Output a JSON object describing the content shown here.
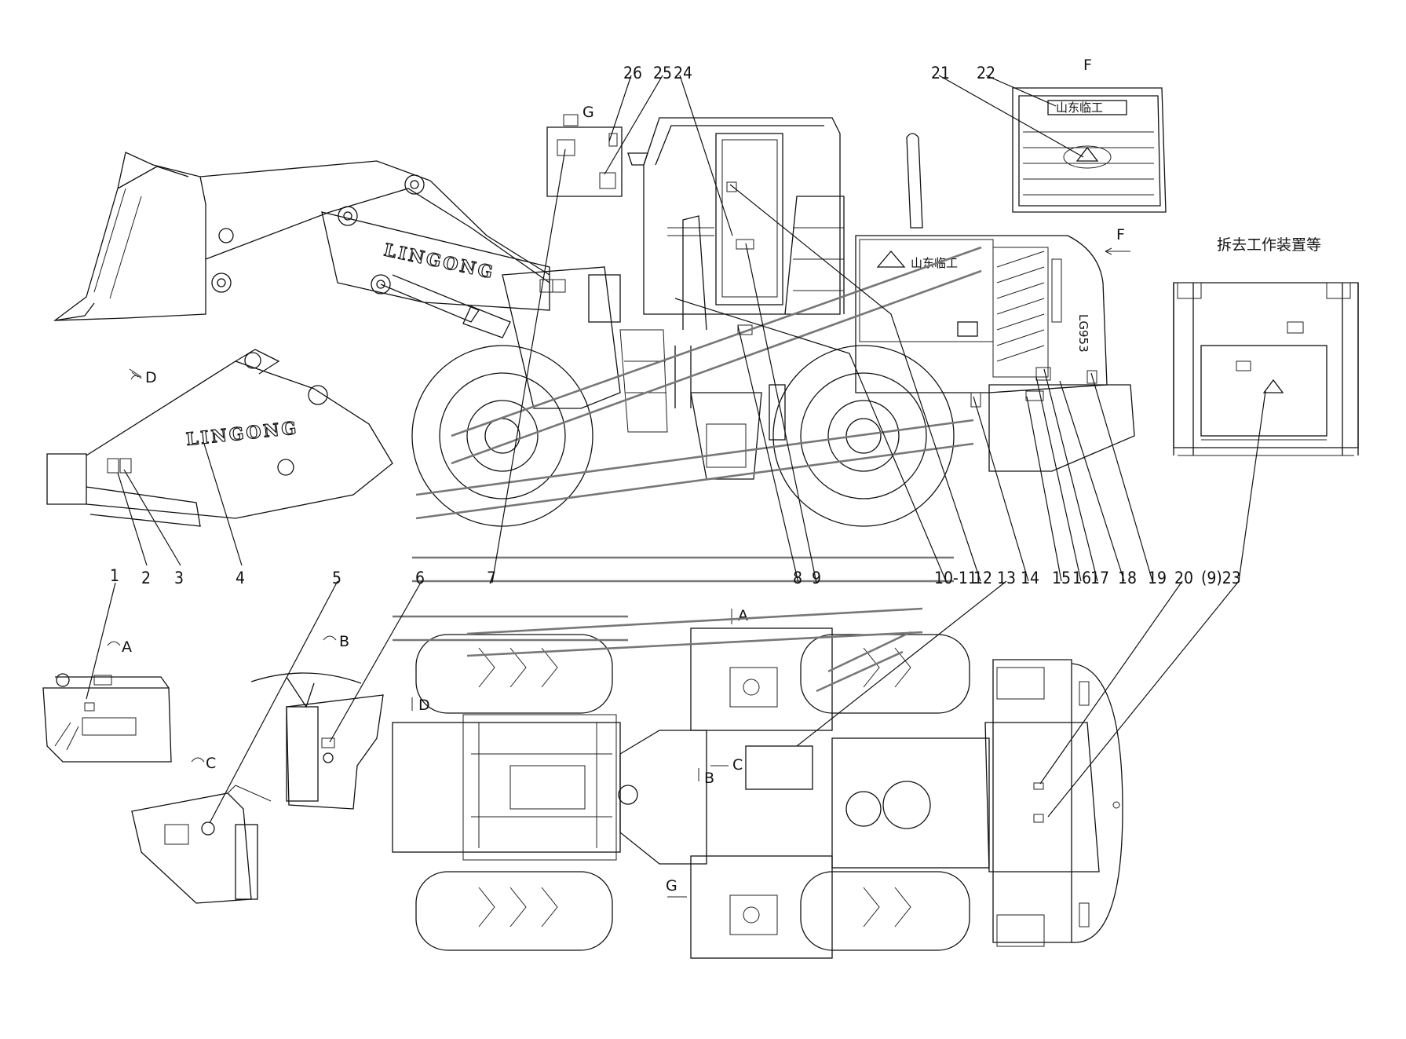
{
  "callouts": [
    {
      "id": "c1",
      "text": "1"
    },
    {
      "id": "c2",
      "text": "2"
    },
    {
      "id": "c3",
      "text": "3"
    },
    {
      "id": "c4",
      "text": "4"
    },
    {
      "id": "c5",
      "text": "5"
    },
    {
      "id": "c6",
      "text": "6"
    },
    {
      "id": "c7",
      "text": "7"
    },
    {
      "id": "c8",
      "text": "8"
    },
    {
      "id": "c9",
      "text": "9"
    },
    {
      "id": "c10",
      "text": "10-11"
    },
    {
      "id": "c12",
      "text": "12"
    },
    {
      "id": "c13",
      "text": "13"
    },
    {
      "id": "c14",
      "text": "14"
    },
    {
      "id": "c15",
      "text": "15"
    },
    {
      "id": "c16",
      "text": "16"
    },
    {
      "id": "c17",
      "text": "17"
    },
    {
      "id": "c18",
      "text": "18"
    },
    {
      "id": "c19",
      "text": "19"
    },
    {
      "id": "c20",
      "text": "20"
    },
    {
      "id": "c23",
      "text": "(9)23"
    },
    {
      "id": "c21",
      "text": "21"
    },
    {
      "id": "c22",
      "text": "22"
    },
    {
      "id": "c24",
      "text": "24"
    },
    {
      "id": "c25",
      "text": "25"
    },
    {
      "id": "c26",
      "text": "26"
    }
  ],
  "views": {
    "A_side": "A",
    "A_top": "A",
    "B_side": "B",
    "B_top": "B",
    "C_side": "C",
    "C_top": "C",
    "D_side": "D",
    "D_top": "D",
    "F_top": "F",
    "F_side": "F",
    "G_top": "G",
    "G_bottom": "G"
  },
  "removed_note": "拆去工作装置等",
  "brand_text": "LINGONG",
  "company_logo_text": "山东临工",
  "model_text": "LG953"
}
